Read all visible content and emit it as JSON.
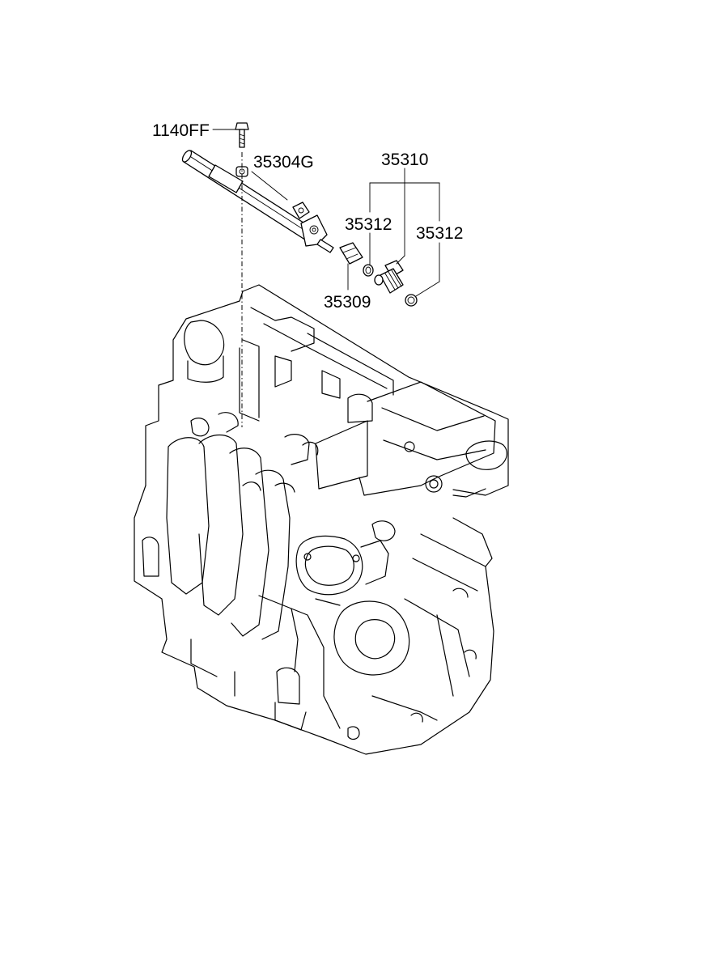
{
  "callouts": {
    "c_1140ff": "1140FF",
    "c_35304g": "35304G",
    "c_35310": "35310",
    "c_35312_left": "35312",
    "c_35312_right": "35312",
    "c_35309": "35309"
  }
}
